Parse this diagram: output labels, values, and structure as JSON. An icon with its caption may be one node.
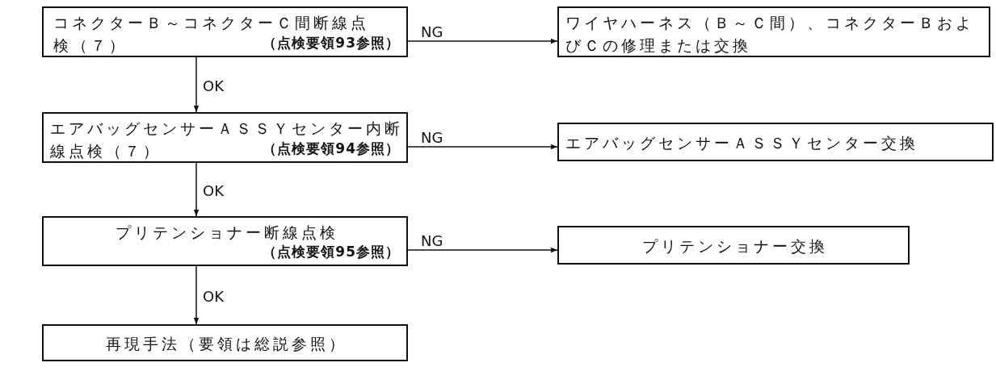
{
  "diagram": {
    "nodes": [
      {
        "text": [
          "コネクターＢ～コネクターＣ間断線点検（７）",
          "（点検要領93参照）"
        ]
      },
      {
        "text": [
          "エアバッグセンサーＡＳＳＹセンター内断線点検（７）",
          "（点検要領94参照）"
        ]
      },
      {
        "text": [
          "プリテンショナー断線点検",
          "（点検要領95参照）"
        ]
      },
      {
        "text": [
          "再現手法（要領は総説参照）"
        ]
      },
      {
        "text": [
          "ワイヤハーネス（Ｂ～Ｃ間）、コネクターＢおよびＣの修理または交換"
        ]
      },
      {
        "text": [
          "エアバッグセンサーＡＳＳＹセンター交換"
        ]
      },
      {
        "text": [
          "プリテンショナー交換"
        ]
      }
    ],
    "edges": [
      {
        "from": 0,
        "to": 1,
        "arrow": "to",
        "label": "OK"
      },
      {
        "from": 1,
        "to": 2,
        "arrow": "to",
        "label": "OK"
      },
      {
        "from": 2,
        "to": 3,
        "arrow": "to",
        "label": "OK"
      },
      {
        "from": 0,
        "to": 4,
        "arrow": "to",
        "label": "NG"
      },
      {
        "from": 1,
        "to": 5,
        "arrow": "to",
        "label": "NG"
      },
      {
        "from": 2,
        "to": 6,
        "arrow": "to",
        "label": "NG"
      }
    ]
  }
}
